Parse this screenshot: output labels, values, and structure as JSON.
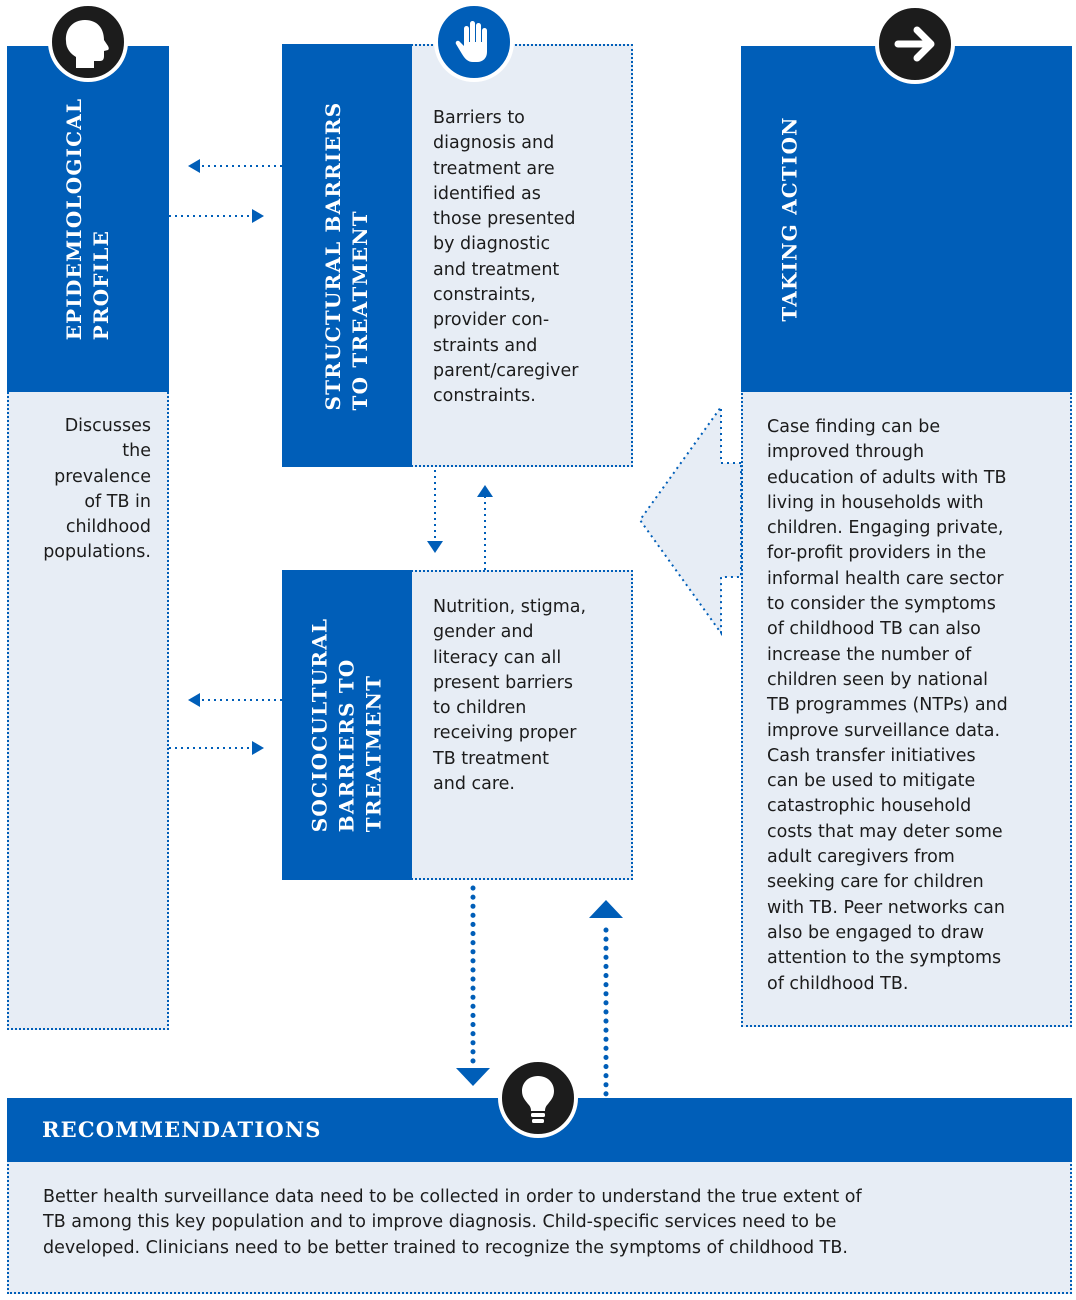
{
  "epidemiological": {
    "title": "EPIDEMIOLOGICAL\nPROFILE",
    "body": "Discusses\nthe\nprevalence\nof TB in\nchildhood\npopulations."
  },
  "structural": {
    "title": "STRUCTURAL BARRIERS\nTO TREATMENT",
    "body": "Barriers to\ndiagnosis and\ntreatment are\nidentified as\nthose presented\nby diagnostic\nand treatment\nconstraints,\nprovider con-\nstraints and\nparent/caregiver\nconstraints."
  },
  "sociocultural": {
    "title": "SOCIOCULTURAL\nBARRIERS TO\nTREATMENT",
    "body": "Nutrition, stigma,\ngender and\nliteracy can all\npresent barriers\nto children\nreceiving proper\nTB treatment\nand care."
  },
  "taking_action": {
    "title": "TAKING ACTION",
    "body": "Case finding can be\nimproved through\neducation of adults with TB\nliving in households with\nchildren. Engaging private,\nfor-profit providers in the\ninformal health care sector\nto consider the symptoms\nof childhood TB can also\nincrease the number of\nchildren seen by national\nTB programmes (NTPs) and\nimprove surveillance data.\nCash transfer initiatives\ncan be used to mitigate\ncatastrophic household\ncosts that may deter some\nadult caregivers from\nseeking care for children\nwith TB. Peer networks can\nalso be engaged to draw\nattention to the symptoms\nof childhood TB."
  },
  "recommendations": {
    "title": "RECOMMENDATIONS",
    "body": "Better health surveillance data need to be collected in order to understand the true extent of\nTB among this key population and to improve diagnosis. Child-specific services need to be\ndeveloped. Clinicians need to be better trained to recognize the symptoms of childhood TB."
  },
  "icons": [
    "head-profile-icon",
    "raised-hand-icon",
    "arrow-right-icon",
    "lightbulb-icon"
  ],
  "colors": {
    "primary_blue": "#005eb8",
    "pale_blue": "#e7edf5",
    "icon_dark": "#1c1c1c"
  }
}
